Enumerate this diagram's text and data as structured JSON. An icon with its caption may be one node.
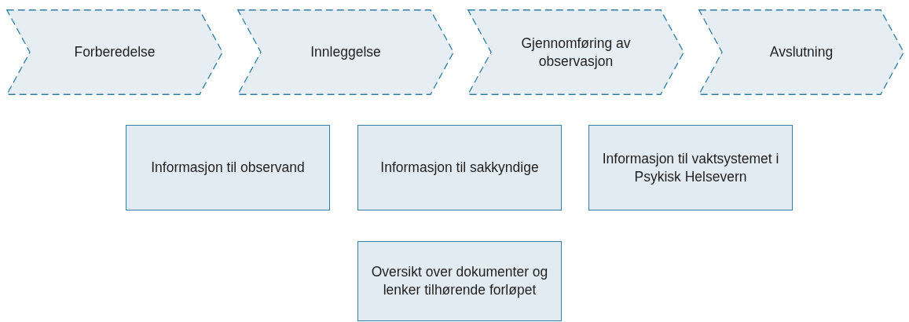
{
  "diagram": {
    "nodes": [
      {
        "text": [
          "Forberedelse"
        ]
      },
      {
        "text": [
          "Innleggelse"
        ]
      },
      {
        "text": [
          "Gjennomføring av observasjon"
        ]
      },
      {
        "text": [
          "Avslutning"
        ]
      },
      {
        "text": [
          "Informasjon til observand"
        ]
      },
      {
        "text": [
          "Informasjon til sakkyndige"
        ]
      },
      {
        "text": [
          "Informasjon til vaktsystemet i Psykisk Helsevern"
        ]
      },
      {
        "text": [
          "Oversikt over dokumenter og lenker tilhørende forløpet"
        ]
      }
    ],
    "edges": []
  }
}
